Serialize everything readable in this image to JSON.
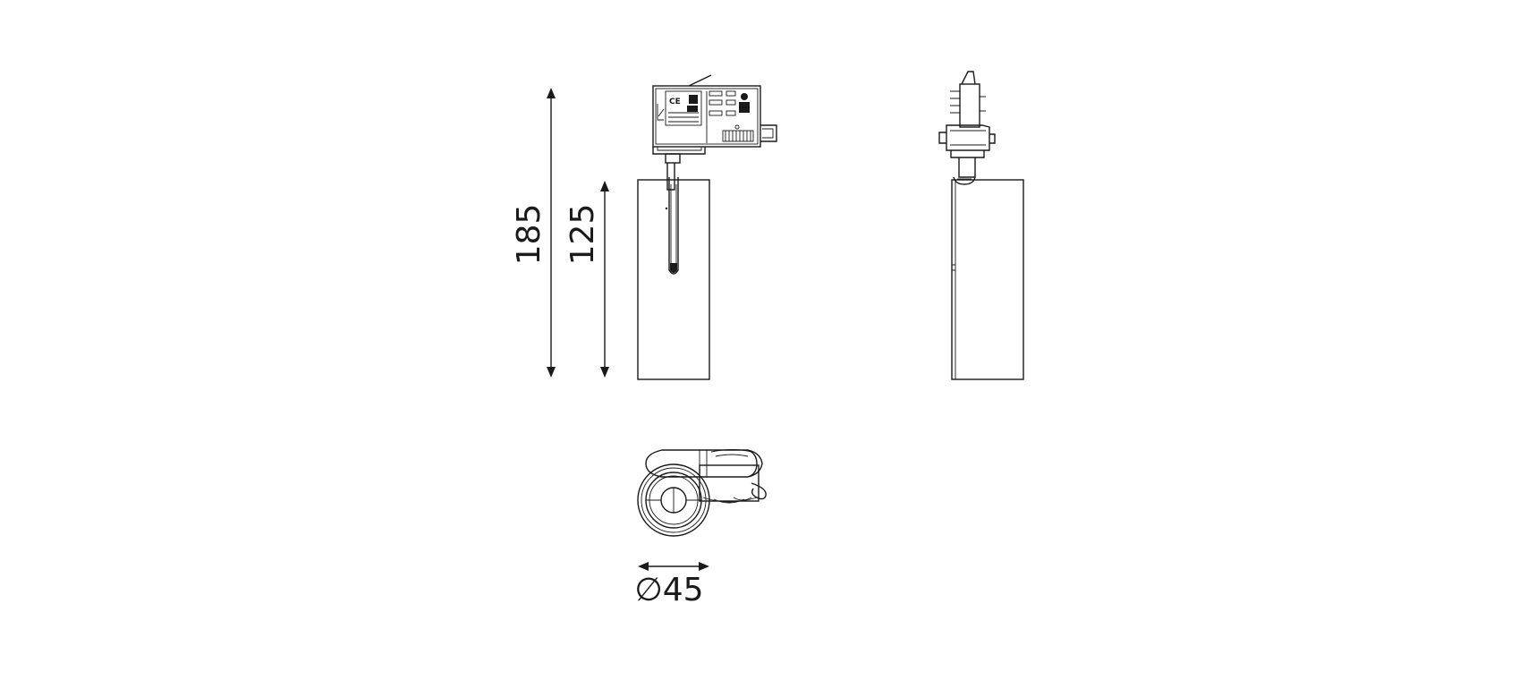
{
  "dimensions": {
    "overall_height": {
      "value": "185"
    },
    "body_height": {
      "value": "125"
    },
    "diameter": {
      "symbol": "∅",
      "value": "45"
    }
  },
  "colors": {
    "line": "#1a1a1a",
    "background": "#ffffff"
  }
}
